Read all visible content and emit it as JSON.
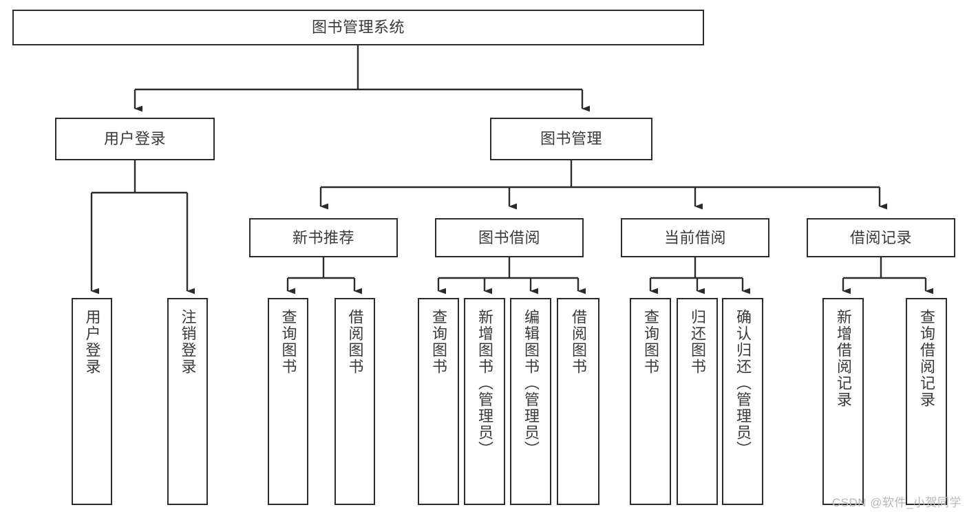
{
  "diagram": {
    "title": "图书管理系统",
    "watermark": "CSDN @软件_小贺同学",
    "colors": {
      "box_border": "#2b2b2b",
      "box_fill": "#ffffff",
      "connector": "#2b2b2b",
      "text": "#3a3a3a",
      "watermark": "#b8b8b8"
    },
    "nodes": {
      "root": {
        "label": "图书管理系统"
      },
      "level2": [
        {
          "label": "用户登录"
        },
        {
          "label": "图书管理"
        }
      ],
      "level3": [
        {
          "label": "新书推荐"
        },
        {
          "label": "图书借阅"
        },
        {
          "label": "当前借阅"
        },
        {
          "label": "借阅记录"
        }
      ],
      "leaves": {
        "user_login": [
          {
            "label": "用户登录"
          },
          {
            "label": "注销登录"
          }
        ],
        "new_book_recommend": [
          {
            "label": "查询图书"
          },
          {
            "label": "借阅图书"
          }
        ],
        "book_borrow": [
          {
            "label": "查询图书"
          },
          {
            "label": "新增图书（管理员）"
          },
          {
            "label": "编辑图书（管理员）"
          },
          {
            "label": "借阅图书"
          }
        ],
        "current_borrow": [
          {
            "label": "查询图书"
          },
          {
            "label": "归还图书"
          },
          {
            "label": "确认归还（管理员）"
          }
        ],
        "borrow_records": [
          {
            "label": "新增借阅记录"
          },
          {
            "label": "查询借阅记录"
          }
        ]
      }
    }
  }
}
